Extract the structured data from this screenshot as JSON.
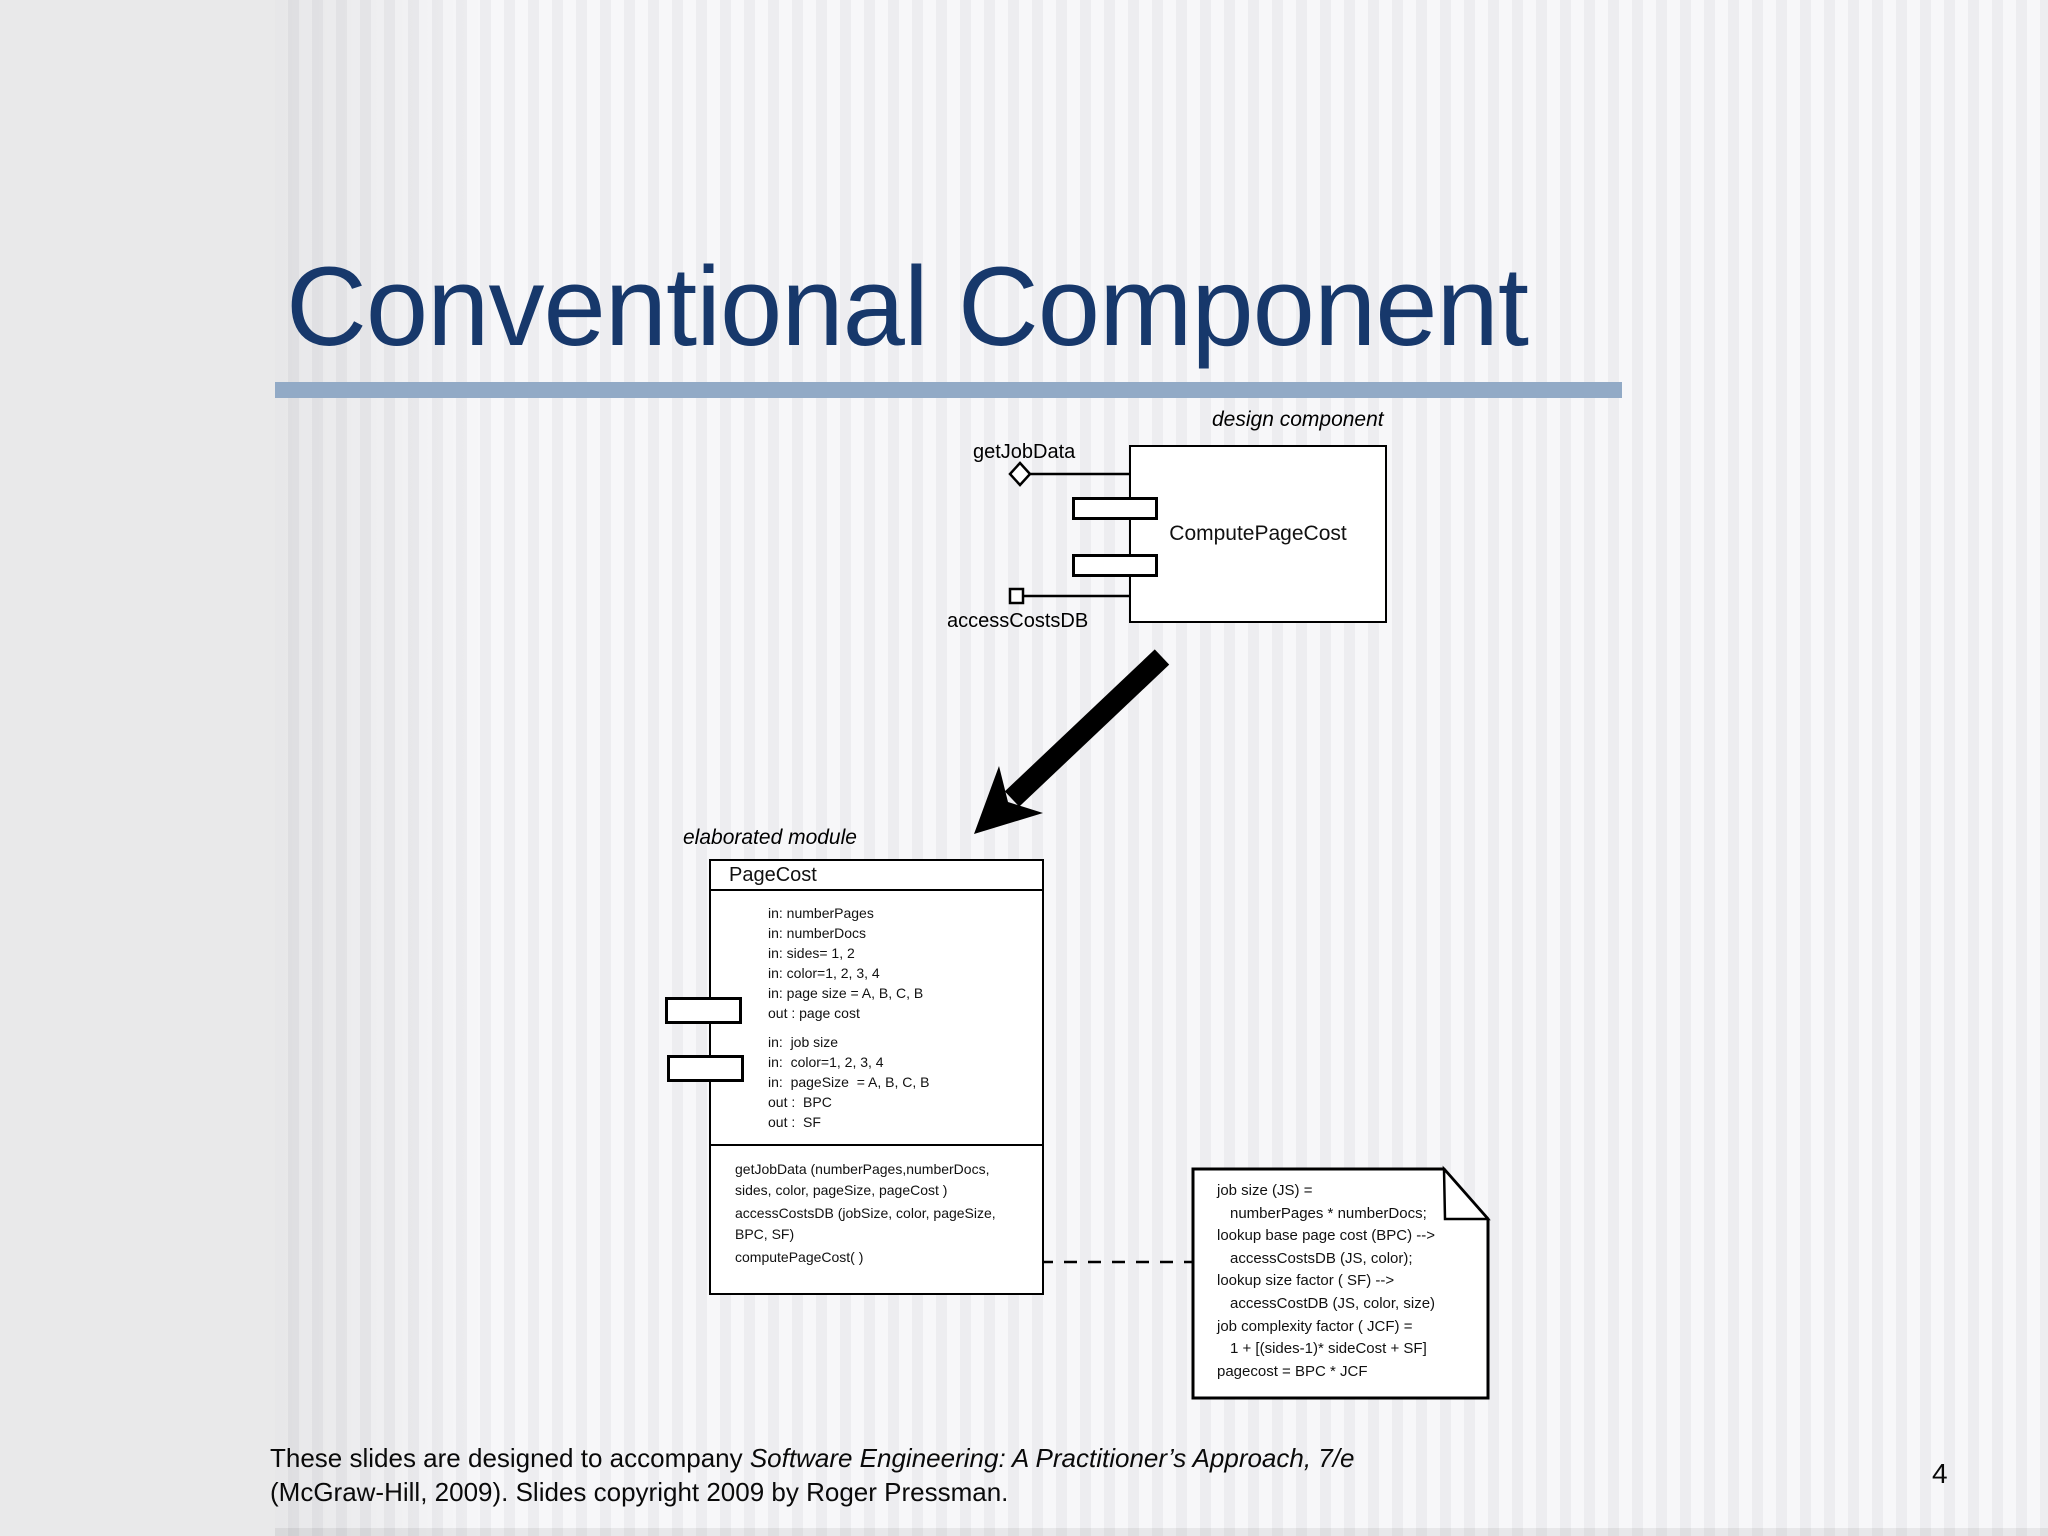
{
  "slide": {
    "title": "Conventional Component",
    "page_number": "4",
    "footer": {
      "line1_normal": "These slides are designed to accompany ",
      "line1_italic": "Software Engineering: A Practitioner’s Approach, 7/e",
      "line2": "(McGraw-Hill, 2009). Slides copyright 2009 by Roger Pressman."
    },
    "colors": {
      "title_text": "#17386b",
      "title_underline": "#92aac6",
      "diagram_stroke": "#000000",
      "box_fill": "#ffffff",
      "background_left_panel": "#e9e9ea"
    }
  },
  "design_component": {
    "caption": "design component",
    "box_label": "ComputePageCost",
    "interface_top_label": "getJobData",
    "interface_bottom_label": "accessCostsDB"
  },
  "elaborated_module": {
    "caption": "elaborated module",
    "box_title": "PageCost",
    "params_group1": [
      "in: numberPages",
      "in: numberDocs",
      "in: sides= 1, 2",
      "in: color=1, 2, 3, 4",
      "in: page size = A, B, C, B",
      "out : page cost"
    ],
    "params_group2": [
      "in:  job size",
      "in:  color=1, 2, 3, 4",
      "in:  pageSize  = A, B, C, B",
      "out :  BPC",
      "out :  SF"
    ],
    "operations": [
      "getJobData (numberPages,numberDocs,",
      "sides, color, pageSize, pageCost )",
      "accessCostsDB (jobSize, color, pageSize,",
      "BPC, SF)",
      "computePageCost( )"
    ]
  },
  "note": {
    "lines": [
      "job size (JS) =",
      "numberPages * numberDocs;",
      "lookup base page cost (BPC) -->",
      "accessCostsDB (JS, color);",
      "lookup size factor ( SF) -->",
      "accessCostDB (JS, color, size)",
      "job complexity factor ( JCF) =",
      "1 + [(sides-1)* sideCost + SF]",
      "pagecost = BPC * JCF"
    ]
  }
}
